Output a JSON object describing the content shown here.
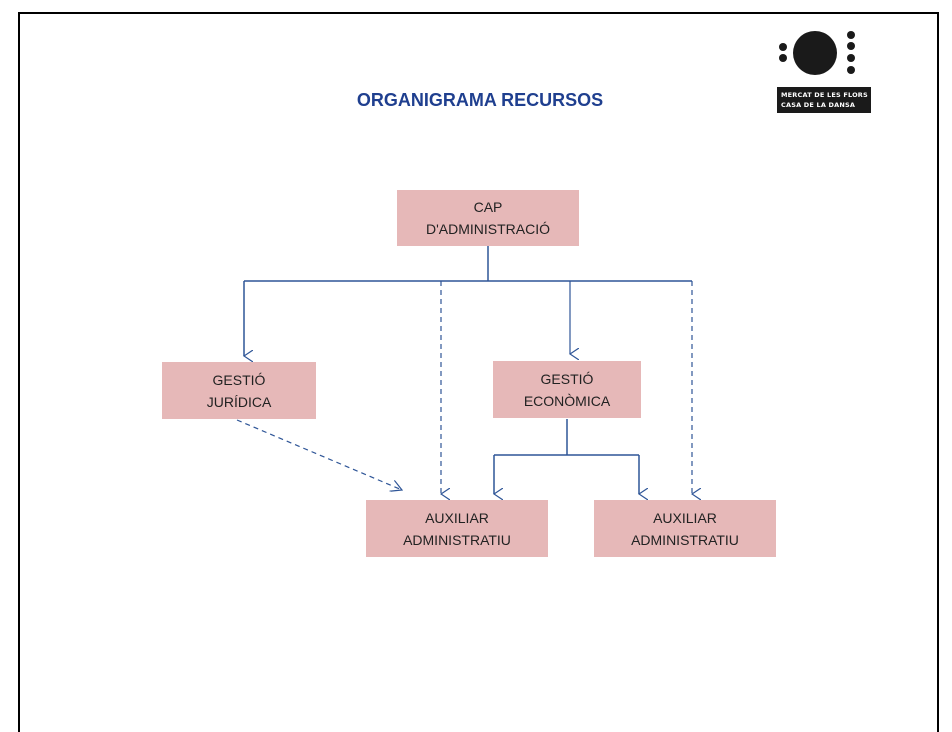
{
  "title": "ORGANIGRAMA RECURSOS",
  "logo": {
    "line1": "MERCAT DE LES FLORS",
    "line2": "CASA DE LA DANSA"
  },
  "nodes": {
    "cap": {
      "line1": "CAP",
      "line2": "D'ADMINISTRACIÓ"
    },
    "juridica": {
      "line1": "GESTIÓ",
      "line2": "JURÍDICA"
    },
    "economica": {
      "line1": "GESTIÓ",
      "line2": "ECONÒMICA"
    },
    "auxiliar1": {
      "line1": "AUXILIAR",
      "line2": "ADMINISTRATIU"
    },
    "auxiliar2": {
      "line1": "AUXILIAR",
      "line2": "ADMINISTRATIU"
    }
  },
  "colors": {
    "box_fill": "#e6b8b8",
    "connector": "#2e5597",
    "title": "#1f3f8f"
  }
}
